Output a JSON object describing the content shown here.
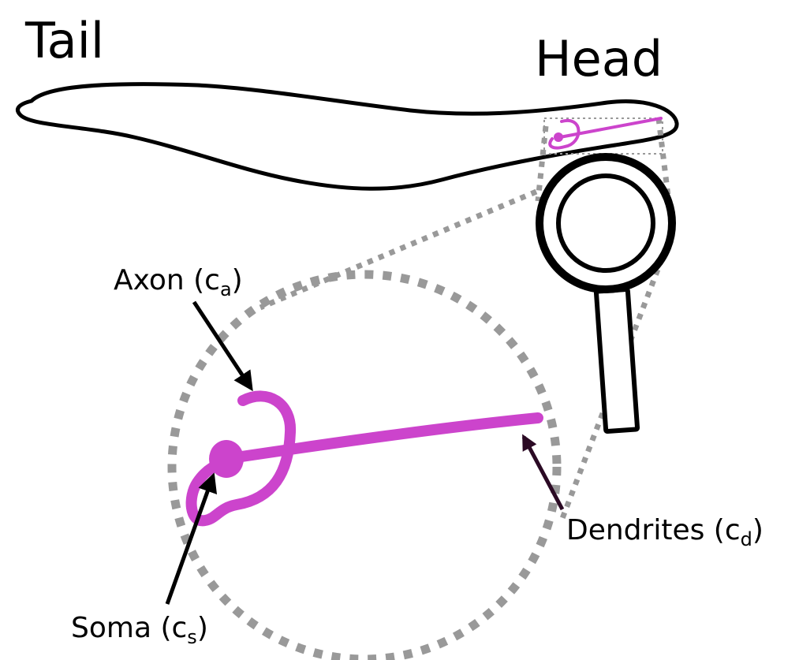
{
  "labels": {
    "tail": "Tail",
    "head": "Head",
    "axon": {
      "text": "Axon (c",
      "sub": "a",
      "close": ")"
    },
    "dendrites": {
      "text": "Dendrites (c",
      "sub": "d",
      "close": ")"
    },
    "soma": {
      "text": "Soma (c",
      "sub": "s",
      "close": ")"
    }
  },
  "colors": {
    "neuron": "#cc44cc",
    "outline": "#000000",
    "zoom_guide": "#999999",
    "callout_arrow": "#000000"
  },
  "icons": {
    "magnifier": "magnifying-glass-icon"
  }
}
